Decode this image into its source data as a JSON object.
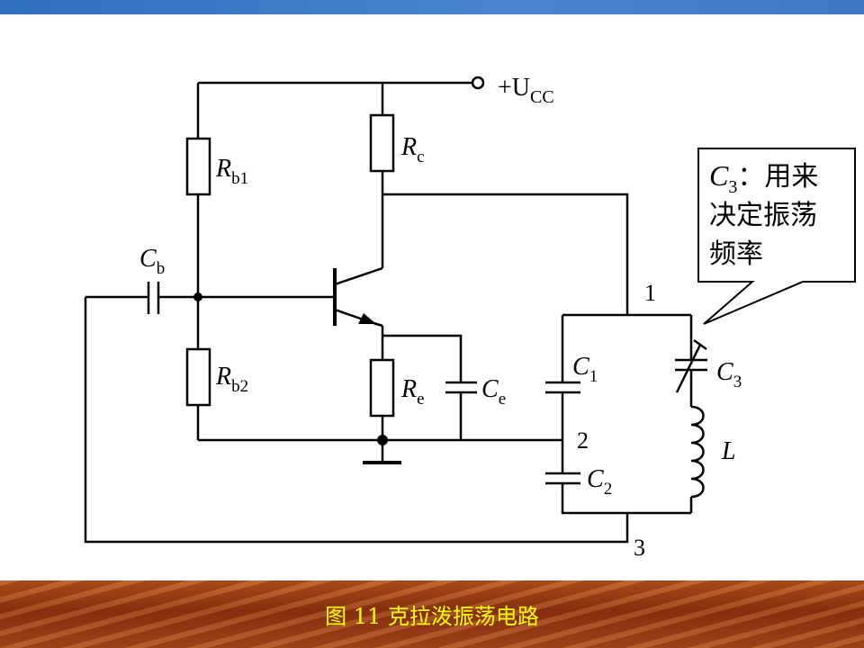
{
  "labels": {
    "supply": "+U",
    "supply_sub": "CC",
    "rc": "R",
    "rc_sub": "c",
    "rb1": "R",
    "rb1_sub": "b1",
    "rb2": "R",
    "rb2_sub": "b2",
    "re": "R",
    "re_sub": "e",
    "cb": "C",
    "cb_sub": "b",
    "ce": "C",
    "ce_sub": "e",
    "c1": "C",
    "c1_sub": "1",
    "c2": "C",
    "c2_sub": "2",
    "c3": "C",
    "c3_sub": "3",
    "l": "L",
    "node1": "1",
    "node2": "2",
    "node3": "3"
  },
  "callout": {
    "symbol": "C",
    "symbol_sub": "3",
    "line1": "：用来",
    "line2": "决定振荡",
    "line3": "频率"
  },
  "caption": "图 11 克拉泼振荡电路"
}
